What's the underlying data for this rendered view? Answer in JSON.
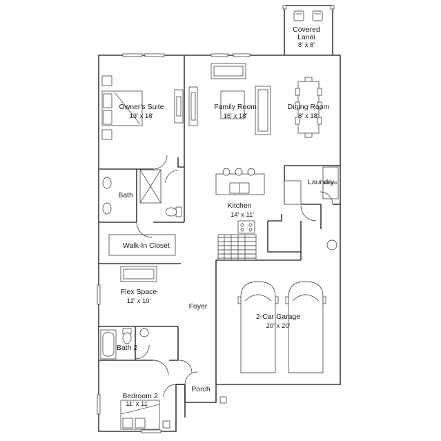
{
  "rooms": {
    "lanai": {
      "name": "Covered\nLanai",
      "name_line1": "Covered",
      "name_line2": "Lanai",
      "dim": "8' x 8'"
    },
    "owners": {
      "name": "Owner's Suite",
      "dim": "13' x 18'"
    },
    "family": {
      "name": "Family Room",
      "dim": "16' x 18'"
    },
    "dining": {
      "name": "Dining Room",
      "dim": "8' x 18'"
    },
    "bath": {
      "name": "Bath"
    },
    "laundry": {
      "name": "Laundry"
    },
    "kitchen": {
      "name": "Kitchen",
      "dim": "14' x 11'"
    },
    "closet": {
      "name": "Walk-In Closet"
    },
    "flex": {
      "name": "Flex Space",
      "dim": "12' x 10'"
    },
    "foyer": {
      "name": "Foyer"
    },
    "garage": {
      "name": "2-Car Garage",
      "dim": "20' x 20'"
    },
    "bath2": {
      "name": "Bath 2"
    },
    "bedroom2": {
      "name": "Bedroom 2",
      "dim": "11' x 11'"
    },
    "porch": {
      "name": "Porch"
    }
  }
}
